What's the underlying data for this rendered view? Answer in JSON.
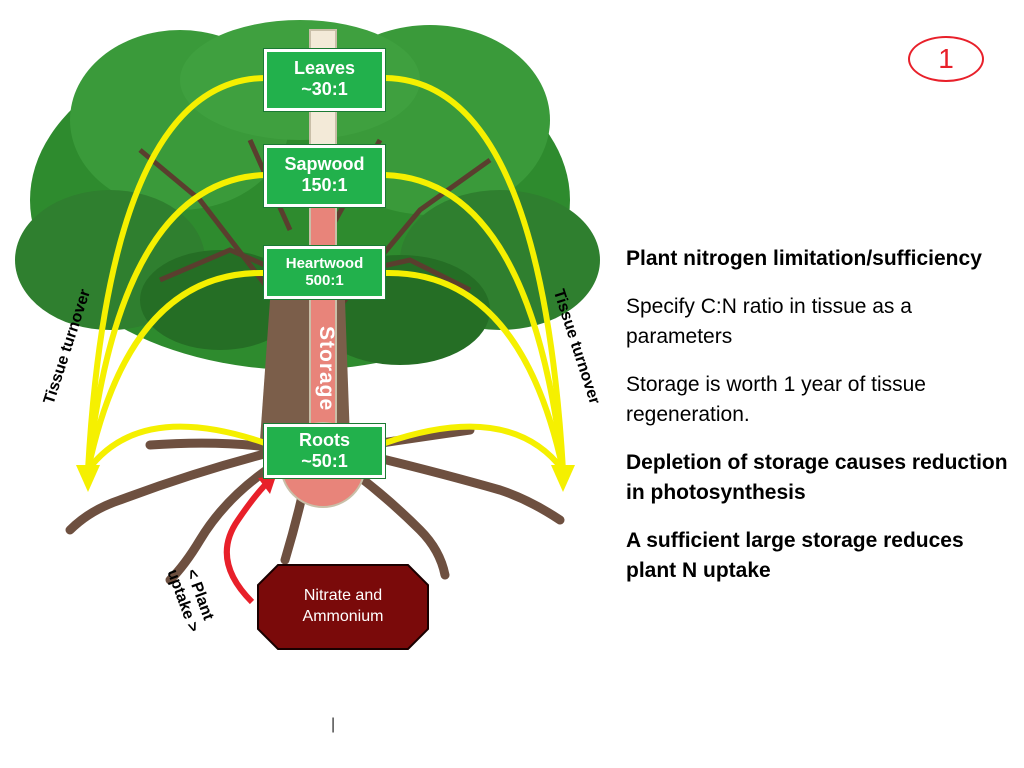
{
  "slide": {
    "number": "1"
  },
  "compartments": [
    {
      "id": "leaves",
      "name": "Leaves",
      "ratio": "~30:1"
    },
    {
      "id": "sapwood",
      "name": "Sapwood",
      "ratio": "150:1"
    },
    {
      "id": "heartwood",
      "name": "Heartwood",
      "ratio": "500:1"
    },
    {
      "id": "roots",
      "name": "Roots",
      "ratio": "~50:1"
    }
  ],
  "labels": {
    "storage": "Storage",
    "tissue_turnover_left": "Tissue turnover",
    "tissue_turnover_right": "Tissue turnover",
    "plant_uptake_line1": "< Plant",
    "plant_uptake_line2": "uptake >",
    "source_line1": "Nitrate and",
    "source_line2": "Ammonium"
  },
  "text": {
    "heading": "Plant nitrogen limitation/sufficiency",
    "p1": "Specify C:N ratio in tissue as a parameters",
    "p2": "Storage is worth 1 year of tissue regeneration.",
    "p3": "Depletion of storage causes reduction in photosynthesis",
    "p4": "A sufficient large storage reduces plant N uptake"
  },
  "footer": {
    "mark": "|"
  },
  "colors": {
    "box_green": "#22b14c",
    "arrow_yellow": "#f5f000",
    "uptake_red": "#e8202a",
    "source_fill": "#7a0a0a",
    "storage_pink": "#e8847a",
    "foliage": "#2e8b2e",
    "trunk": "#7b5e4a"
  }
}
